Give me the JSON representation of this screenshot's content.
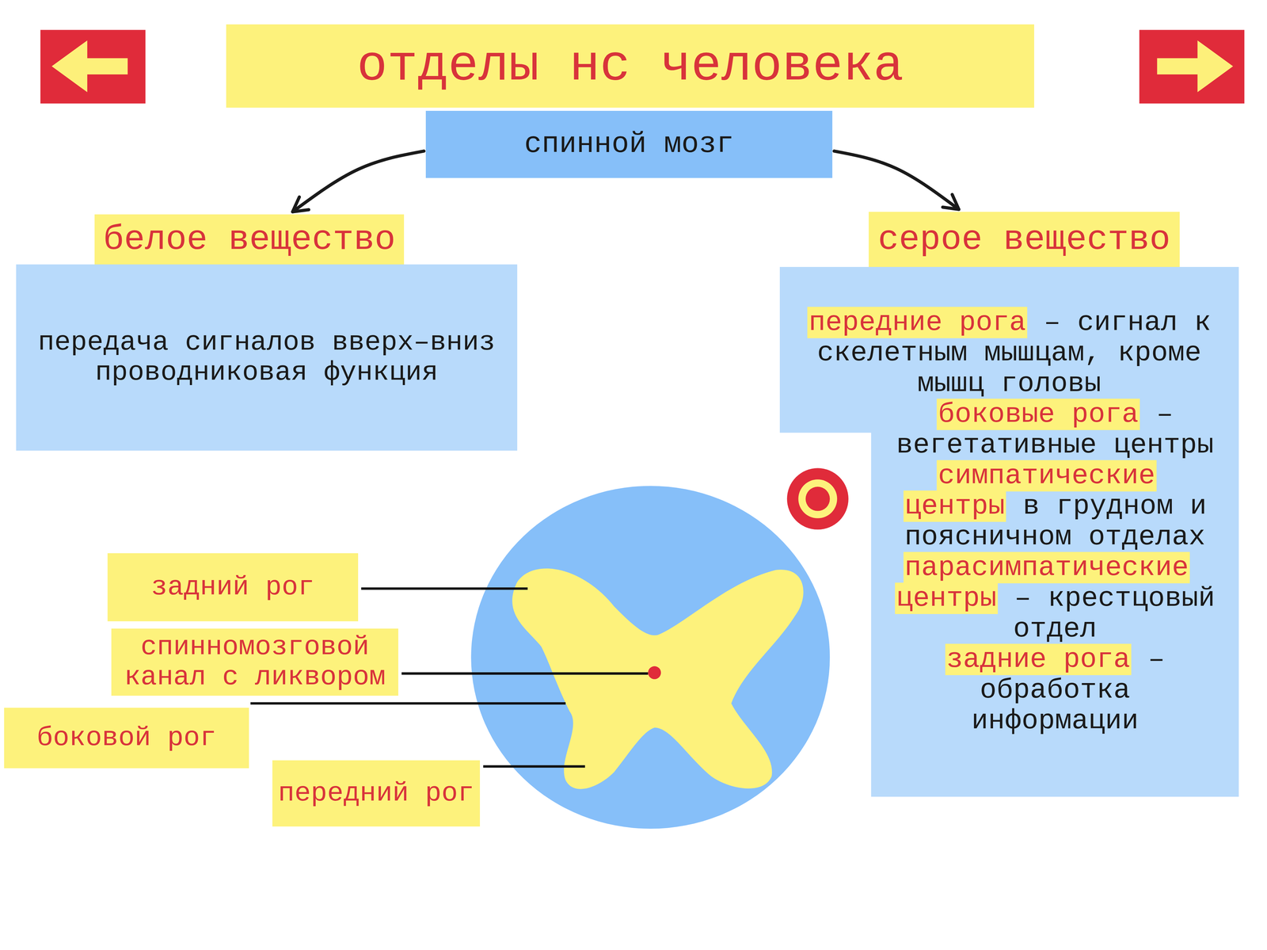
{
  "diagram": {
    "title": "отделы нс человека",
    "nodes": [
      {
        "text": [
          "спинной мозг"
        ]
      },
      {
        "text": [
          "белое вещество",
          "передача сигналов вверх–вниз проводниковая функция"
        ]
      },
      {
        "text": [
          "серое вещество",
          "передние рога",
          "– сигнал к скелетным мышцам, кроме мышц головы",
          "боковые рога",
          "– вегетативные центры",
          "симпатические центры",
          "в грудном и поясничном отделах",
          "парасимпатические центры",
          "– крестцовый отдел",
          "задние рога",
          "– обработка информации"
        ]
      }
    ],
    "edges": [
      {
        "from": 0,
        "to": 1,
        "arrow": "to"
      },
      {
        "from": 0,
        "to": 2,
        "arrow": "to"
      }
    ],
    "labels": [
      "задний рог",
      "спинномозговой канал с ликвором",
      "боковой рог",
      "передний рог"
    ]
  }
}
